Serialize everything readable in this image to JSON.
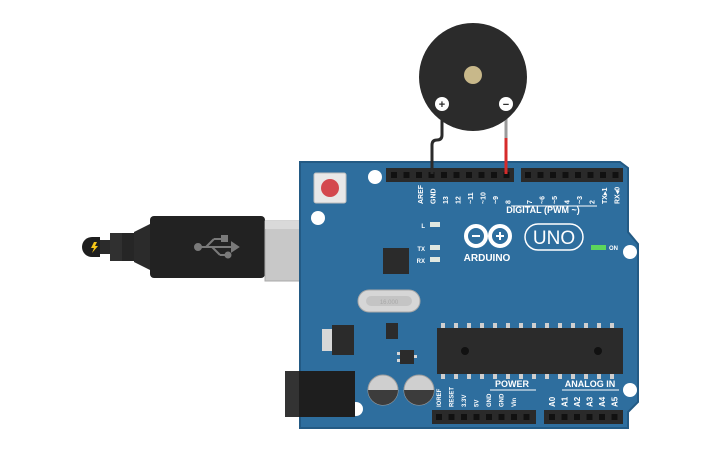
{
  "board": {
    "brand": "ARDUINO",
    "model": "UNO",
    "on_label": "ON",
    "led_l": "L",
    "led_tx": "TX",
    "led_rx": "RX",
    "digital_title": "DIGITAL (PWM ~)",
    "digital_pins": [
      "AREF",
      "GND",
      "13",
      "12",
      "~11",
      "~10",
      "~9",
      "8",
      "7",
      "~6",
      "~5",
      "4",
      "~3",
      "2",
      "TX▸1",
      "RX◂0"
    ],
    "power_title": "POWER",
    "power_pins": [
      "IOREF",
      "RESET",
      "3.3V",
      "5V",
      "GND",
      "GND",
      "Vin"
    ],
    "analog_title": "ANALOG IN",
    "analog_pins": [
      "A0",
      "A1",
      "A2",
      "A3",
      "A4",
      "A5"
    ],
    "crystal_label": "16.000"
  },
  "buzzer": {
    "plus_symbol": "+",
    "minus_symbol": "−"
  },
  "wires": {
    "positive_color": "#2b2b2b",
    "negative_color": "#d62b2b"
  },
  "colors": {
    "board": "#2e6e9e",
    "board_edge": "#235a84",
    "header": "#2a2a2a",
    "silkscreen": "#ffffff",
    "on_led": "#5cd65c"
  }
}
